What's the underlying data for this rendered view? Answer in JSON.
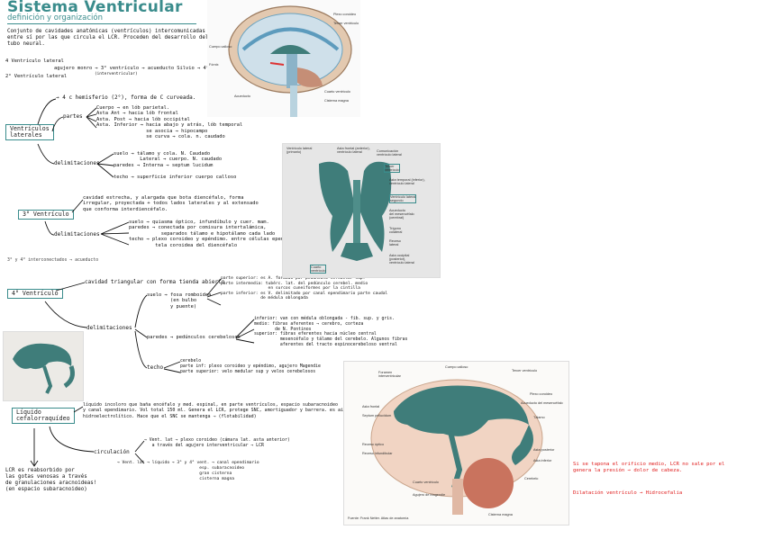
{
  "header": {
    "title": "Sistema Ventricular",
    "subtitle": "definición y organización"
  },
  "intro": {
    "definition": "Conjunto de cavidades anatómicas (ventrículos) intercomunicadas\nentre sí por las que circula el LCR. Proceden del desarrollo del\ntubo neural.",
    "lateral_left": "4 Ventrículo lateral",
    "third_link": "agujero monro → 3° ventrículo → acueducto Silvio → 4° Ventrículo",
    "third_link_sub": "(interventricular)",
    "lateral_left2": "2° Ventrículo lateral"
  },
  "lateral_ventricles": {
    "label": "Ventrículos\nlaterales",
    "hemisphere": "→ 4 c hemisferio (2°), forma de C curveada.",
    "parts_label": "partes",
    "parts": "Cuerpo → en lób parietal.\nAsta Ant → hacia lób frontal\nAsta. Post → hacia lób occipital\nAsta. Inferior → hacia abajo y atrás, lób temporal\n                 se asocia → hipocampo\n                 se curva → cola. n. caudado",
    "limits_label": "delimitaciones",
    "limits": "suelo → tálamo y cola. N. Caudado\n         Lateral → cuerpo. N. caudado\nparedes → Interna → septum lucidum\n\ntecho → superficie inferior cuerpo calloso"
  },
  "third_ventricle": {
    "label": "3° Ventrículo",
    "description": "cavidad estrecha, y alargada que bota diencéfalo, forma\nirregular, proyectada + todos lados laterales y al extensado\nque conforma interdiencéfalo.",
    "limits_label": "delimitaciones",
    "limits": "suelo → quiasma óptico, infundíbulo y cuer. mam.\nparedes → conectada por comisura intertalámica,\n           separados tálamo e hipotálamo cada lado\ntecho → plexo coroideo y epéndimo. entre células ependimarias\n         tela coroidea del diencéfalo",
    "note": "3° y 4° interconectados → acueducto"
  },
  "fourth_ventricle": {
    "label": "4° Ventrículo",
    "description": "cavidad triangular con forma tienda abierto",
    "limits_label": "delimitaciones",
    "floor": "suelo → fosa romboidea\n        (en bulbo\n        y puente)",
    "floor_parts": "parte superior: es A. formado por pedúnculo cerebelar sup.\nparte intermedia: tubérc. lat. del pedúnculo cerebel. medio\n                   en surcos cuneiformes por la cintilla\nparte inferior: es V. delimitado por canal ependimario parte caudal\n                de médula oblongada",
    "walls": "paredes → pedúnculos cerebelosos",
    "walls_detail": "inferior: van con médula oblongada - fib. sup. y gris.\nmedio: fibras aferentes → cerebro, corteza\n        de N. Pontinos\nsuperior: fibras eferentes hacia núcleo central\n          mesencéfalo y tálamo del cerebelo. Algunos fibras\n          aferentes del tracto espinocerebeloso ventral",
    "roof": "techo",
    "roof_detail": "cerebelo\nparte inf: plexo coroideo y epéndimo, agujero Magendie\nparte superior: velo medular sup y velos cerebelosos"
  },
  "csf": {
    "label": "Líquido\ncefalorraquídeo",
    "description": "líquido incoloro que baña encéfalo y med. espinal, en parte ventrículos, espacio subaracnoideo\ny canal ependimario. Vol total 150 ml. Genera el LCR, protege SNC, amortiguador y barrera. es aislante\nhidroelectrolítico. Hace que el SNC se mantenga → (flotabilidad)",
    "circulation_label": "circulación",
    "circulation_1": "→ Vent. lat → plexo coroideo (cámara lat. asta anterior)\n   a través del agujero interventricular → LCR",
    "circulation_2": "→ Vent. lat → líquido → 3° y 4° vent. → canal ependimario\n                                 esp. subaracnoideo\n                                 gran cisterna\n                                 cisterna magna",
    "reabsorption": "LCR es reabsorbido por\nlas gotas venosas a través\nde granulaciones aracnoideas!\n(en espacio subaracnoideo)"
  },
  "red_notes": {
    "obstruction": "Si se tapona el orificio medio, LCR no sale por el\ngenera la presión → dolor de cabeza.",
    "dilation": "Dilatación ventrículo → Hidrocefalia"
  },
  "figures": {
    "brain_section_labels": [
      "Plexo coroideo",
      "Tercer ventrículo",
      "Cuerpo calloso",
      "Fórnix",
      "Cisterna magna",
      "Cuarto ventrículo",
      "Acueducto"
    ],
    "cast_labels": [
      "Ventrículo lateral\n(primario)",
      "Asta frontal (anterior),\nventrículo lateral",
      "Comunicación\nventrículo lateral",
      "Tercer\nventrículo",
      "Asta temporal (inferior),\nventrículo lateral",
      "Ventrículo lateral\nsegundo",
      "Acueducto\ndel mesencéfalo\n(cerebral)",
      "Trígono\ncolateral",
      "Receso\nlateral",
      "Asta occipital\n(posterior),\nventrículo lateral",
      "Cuarto\nventrículo"
    ],
    "lateral_view_labels": [
      "Foramen\ninterventricular",
      "Cuerpo calloso",
      "Tercer ventrículo",
      "Asta frontal",
      "Septum pellucidum",
      "Plexo coroideo",
      "Acueducto del mesencéfalo",
      "Tálamo",
      "Receso óptico",
      "Receso infundibular",
      "Cuarto ventrículo",
      "Cerebelo",
      "Agujero de Magendie",
      "Asta posterior",
      "Asta inferior",
      "Cisterna magna"
    ],
    "caption": "Fuente: Frank Netter. Atlas de anatomía"
  },
  "colors": {
    "accent": "#3a8c8c",
    "red_note": "#e02020",
    "ventricle_fill": "#3f7d7a"
  }
}
